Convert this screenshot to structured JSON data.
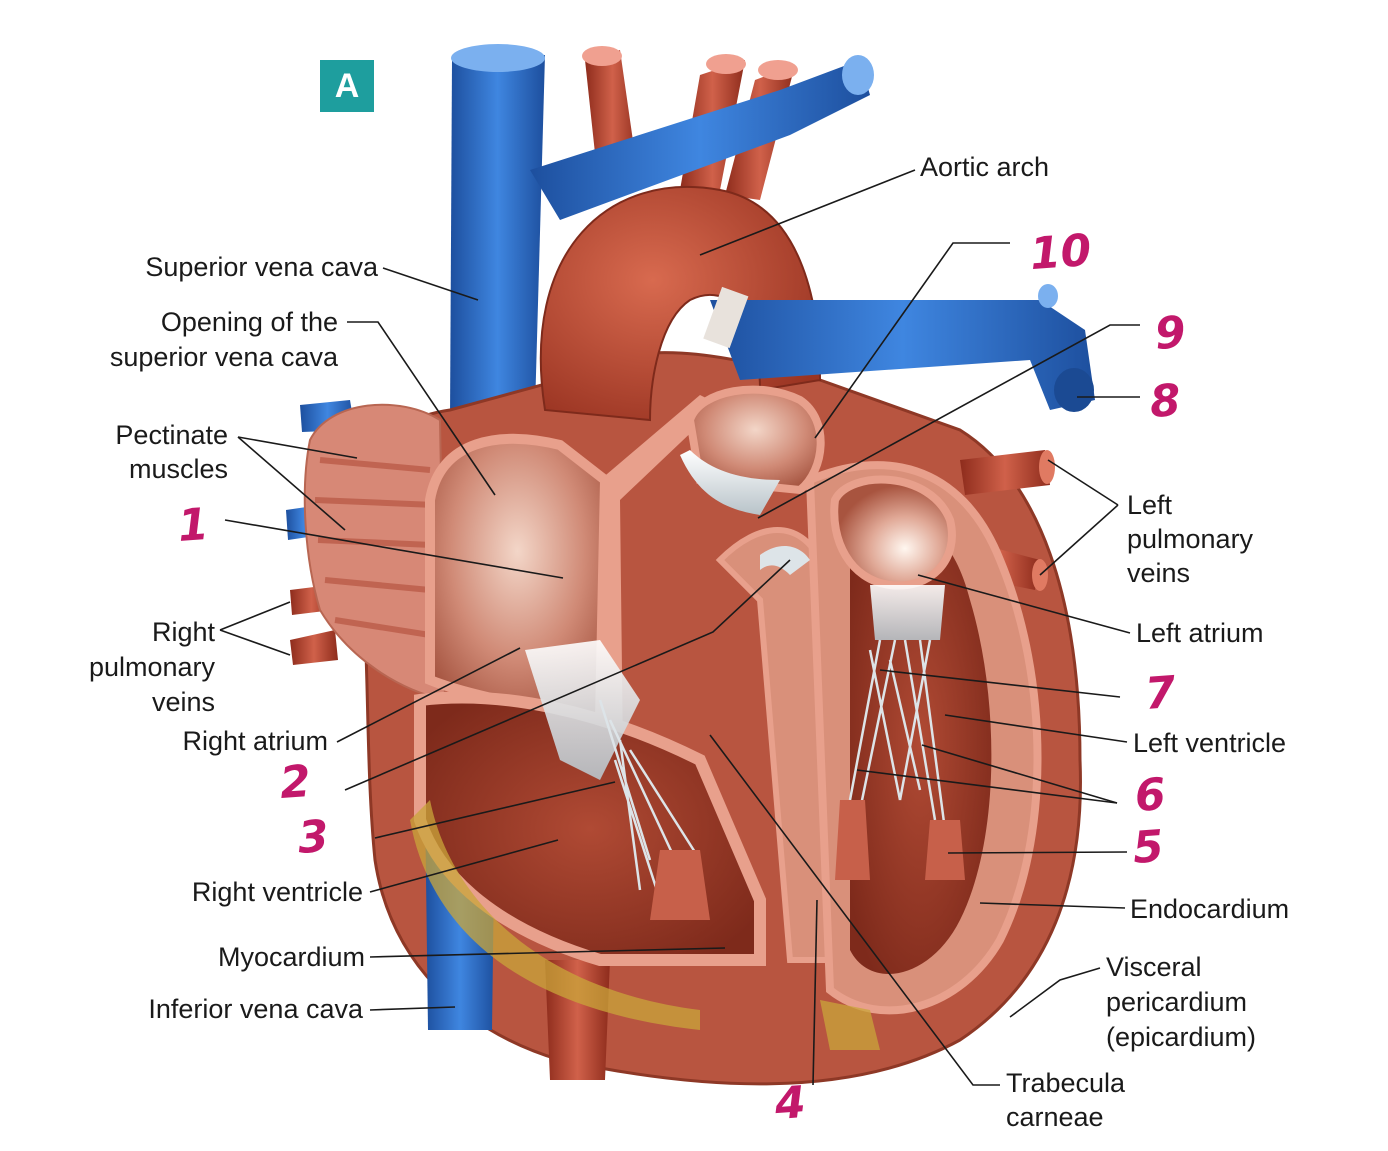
{
  "panel_letter": "A",
  "labels": {
    "aortic_arch": "Aortic arch",
    "superior_vena_cava": "Superior vena cava",
    "opening_svc_1": "Opening of the",
    "opening_svc_2": "superior vena cava",
    "pectinate_1": "Pectinate",
    "pectinate_2": "muscles",
    "right_pulmonary_1": "Right",
    "right_pulmonary_2": "pulmonary",
    "right_pulmonary_3": "veins",
    "right_atrium": "Right atrium",
    "right_ventricle": "Right ventricle",
    "myocardium": "Myocardium",
    "inferior_vena_cava": "Inferior vena cava",
    "left_pulmonary_1": "Left",
    "left_pulmonary_2": "pulmonary",
    "left_pulmonary_3": "veins",
    "left_atrium": "Left atrium",
    "left_ventricle": "Left ventricle",
    "endocardium": "Endocardium",
    "visceral_1": "Visceral",
    "visceral_2": "pericardium",
    "visceral_3": "(epicardium)",
    "trabecula_1": "Trabecula",
    "trabecula_2": "carneae"
  },
  "numbers": {
    "n1": "1",
    "n2": "2",
    "n3": "3",
    "n4": "4",
    "n5": "5",
    "n6": "6",
    "n7": "7",
    "n8": "8",
    "n9": "9",
    "n10": "10"
  },
  "colors": {
    "vein_blue": "#2f6fc9",
    "artery_red": "#b8412c",
    "muscle": "#a8432f",
    "wall_pink": "#e8a08c",
    "annotation_pink": "#c2186b",
    "badge_teal": "#1e9e9e"
  }
}
